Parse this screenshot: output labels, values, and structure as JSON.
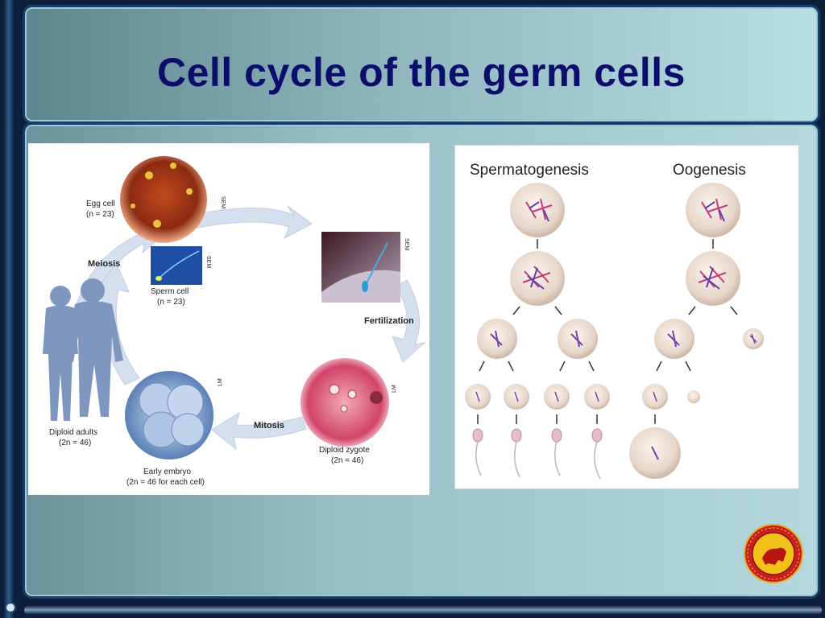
{
  "slide": {
    "title": "Cell cycle of the germ cells"
  },
  "left_figure": {
    "egg_cell": "Egg cell",
    "egg_cell_n": "(n = 23)",
    "sem_1": "SEM",
    "meiosis": "Meiosis",
    "sperm_cell": "Sperm cell",
    "sperm_cell_n": "(n = 23)",
    "sem_2": "SEM",
    "sem_3": "SEM",
    "fertilization": "Fertilization",
    "diploid_adults": "Diploid adults",
    "diploid_adults_n": "(2n = 46)",
    "lm_1": "LM",
    "lm_2": "LM",
    "mitosis": "Mitosis",
    "diploid_zygote": "Diploid zygote",
    "diploid_zygote_n": "(2n = 46)",
    "early_embryo": "Early embryo",
    "early_embryo_n": "(2n = 46 for each cell)"
  },
  "right_figure": {
    "spermatogenesis": "Spermatogenesis",
    "oogenesis": "Oogenesis"
  },
  "colors": {
    "title_text": "#0b0f6b",
    "frame": "#163d6b",
    "arrow": "#c9d6ea",
    "silhouette": "#7f97bf"
  },
  "logo": {
    "icon": "university-seal-icon"
  }
}
